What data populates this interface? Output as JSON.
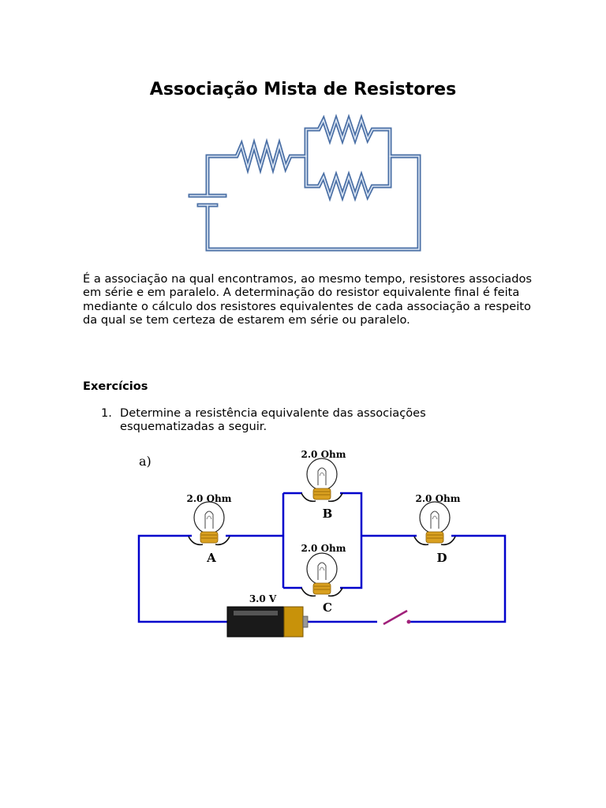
{
  "page": {
    "title": "Associação Mista de Resistores",
    "paragraph": "É a associação na qual encontramos, ao mesmo tempo, resistores associados em série e em paralelo. A determinação do resistor equivalente final é feita mediante o cálculo dos resistores equivalentes de cada associação a respeito da qual se tem certeza de estarem em série ou paralelo.",
    "exercises_heading": "Exercícios",
    "exercises": [
      {
        "number": "1.",
        "text": "Determine a resistência equivalente das associações esquematizadas a seguir."
      }
    ]
  },
  "figure2": {
    "label": "a)",
    "battery_label": "3.0  V",
    "bulbs": [
      {
        "id": "A",
        "rating": "2.0  Ohm"
      },
      {
        "id": "B",
        "rating": "2.0  Ohm"
      },
      {
        "id": "C",
        "rating": "2.0  Ohm"
      },
      {
        "id": "D",
        "rating": "2.0  Ohm"
      }
    ]
  },
  "colors": {
    "wire_blue": "#0000cc",
    "resistor_outline": "#4a6fa5",
    "bulb_base": "#d9a020",
    "switch": "#a0207a",
    "battery_gold": "#c8920a"
  }
}
